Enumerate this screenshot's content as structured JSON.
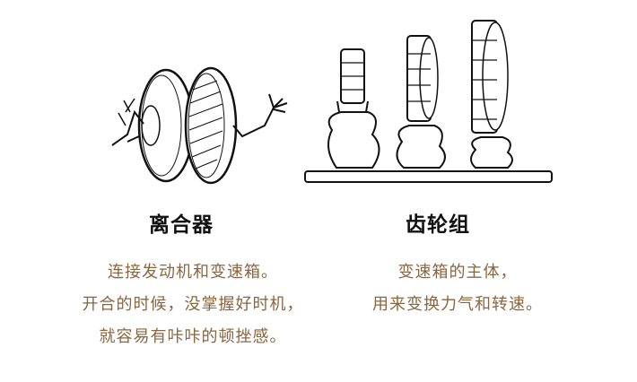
{
  "left": {
    "title": "离合器",
    "lines": [
      "连接发动机和变速箱。",
      "开合的时候，没掌握好时机，",
      "就容易有咔咔的顿挫感。"
    ]
  },
  "right": {
    "title": "齿轮组",
    "lines": [
      "变速箱的主体，",
      "用来变换力气和转速。"
    ]
  },
  "colors": {
    "title": "#111111",
    "text": "#8a6640",
    "background": "#ffffff"
  }
}
